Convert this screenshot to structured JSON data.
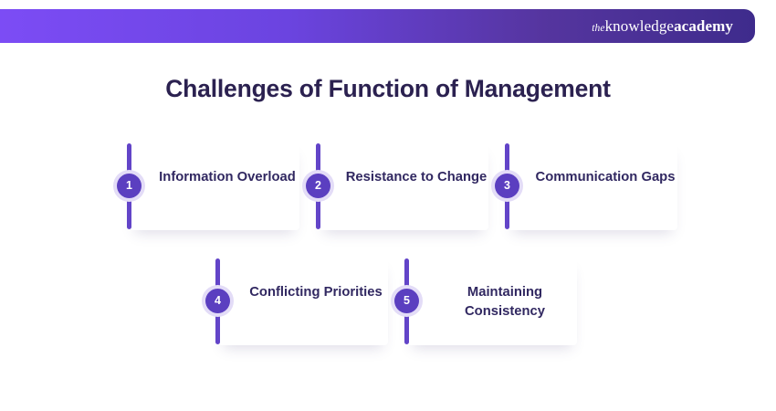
{
  "header": {
    "brand_prefix": "the",
    "brand_mid": "knowledge",
    "brand_suffix": "academy",
    "gradient_start": "#7c4cf5",
    "gradient_end": "#3e2b8c"
  },
  "title": "Challenges of Function of Management",
  "colors": {
    "title_text": "#2b2150",
    "item_text": "#312861",
    "badge_fill": "#5b3fc0",
    "badge_halo": "#e3dcf7",
    "bar": "#6244c8",
    "card_bg": "#ffffff",
    "page_bg": "#ffffff"
  },
  "items": [
    {
      "number": "1",
      "label": "Information Overload"
    },
    {
      "number": "2",
      "label": "Resistance to Change"
    },
    {
      "number": "3",
      "label": "Communication Gaps"
    },
    {
      "number": "4",
      "label": "Conflicting Priorities"
    },
    {
      "number": "5",
      "label": "Maintaining Consistency"
    }
  ]
}
